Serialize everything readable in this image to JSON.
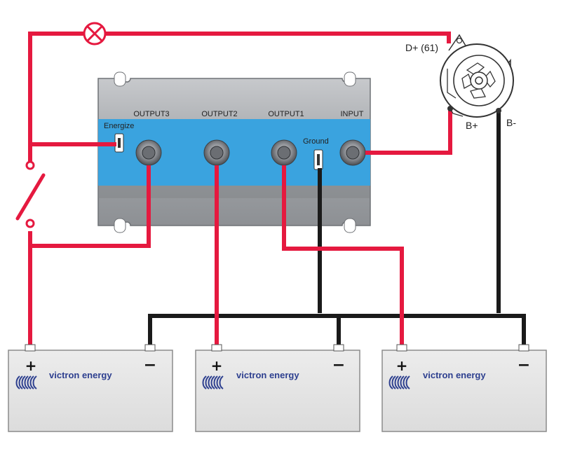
{
  "isolator": {
    "ports": {
      "output3": "OUTPUT3",
      "output2": "OUTPUT2",
      "output1": "OUTPUT1",
      "input": "INPUT"
    },
    "energize_label": "Energize",
    "ground_label": "Ground"
  },
  "alternator": {
    "d_plus_label": "D+ (61)",
    "b_plus_label": "B+",
    "b_minus_label": "B-"
  },
  "batteries": [
    {
      "brand": "victron energy",
      "plus": "+",
      "minus": "−"
    },
    {
      "brand": "victron energy",
      "plus": "+",
      "minus": "−"
    },
    {
      "brand": "victron energy",
      "plus": "+",
      "minus": "−"
    }
  ],
  "colors": {
    "positive_wire": "#e5193f",
    "negative_wire": "#1a1a1a",
    "isolator_blue": "#3aa3df",
    "isolator_body": "#9ea1a5",
    "battery_body": "#e8e8e8",
    "brand": "#2d3f8f"
  },
  "icons": {
    "warning_lamp": "lamp-icon",
    "switch": "switch-icon",
    "alternator": "alternator-icon",
    "battery_logo": "victron-logo-icon"
  }
}
